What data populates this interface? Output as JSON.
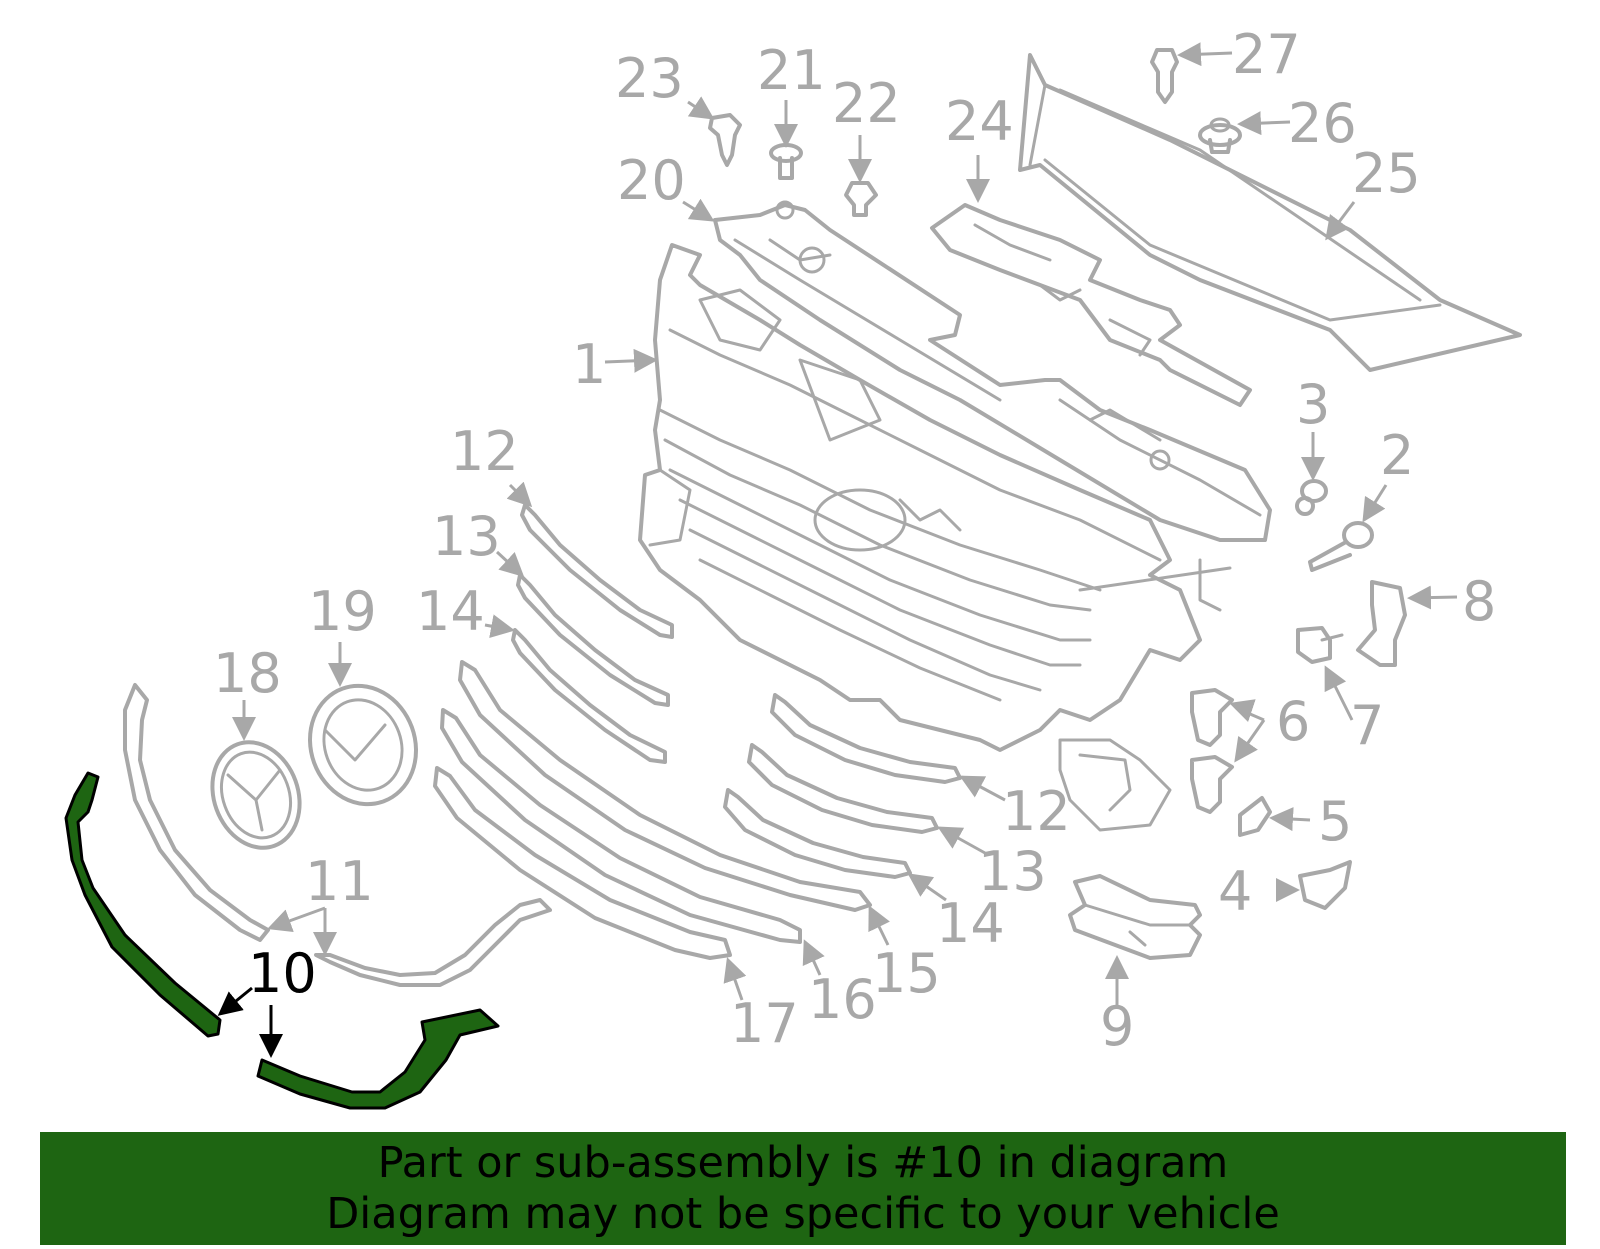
{
  "diagram": {
    "colors": {
      "line": "#a8a8a8",
      "highlight_fill": "#1e6512",
      "highlight_outline": "#000000",
      "banner_background": "#1e6512",
      "text_highlight": "#000000"
    },
    "highlighted_part": "10",
    "callouts": [
      {
        "id": "c1",
        "text": "1"
      },
      {
        "id": "c2",
        "text": "2"
      },
      {
        "id": "c3",
        "text": "3"
      },
      {
        "id": "c4",
        "text": "4"
      },
      {
        "id": "c5",
        "text": "5"
      },
      {
        "id": "c6",
        "text": "6"
      },
      {
        "id": "c7",
        "text": "7"
      },
      {
        "id": "c8",
        "text": "8"
      },
      {
        "id": "c9",
        "text": "9"
      },
      {
        "id": "c10",
        "text": "10"
      },
      {
        "id": "c11",
        "text": "11"
      },
      {
        "id": "c12a",
        "text": "12"
      },
      {
        "id": "c12b",
        "text": "12"
      },
      {
        "id": "c13a",
        "text": "13"
      },
      {
        "id": "c13b",
        "text": "13"
      },
      {
        "id": "c14a",
        "text": "14"
      },
      {
        "id": "c14b",
        "text": "14"
      },
      {
        "id": "c15",
        "text": "15"
      },
      {
        "id": "c16",
        "text": "16"
      },
      {
        "id": "c17",
        "text": "17"
      },
      {
        "id": "c18",
        "text": "18"
      },
      {
        "id": "c19",
        "text": "19"
      },
      {
        "id": "c20",
        "text": "20"
      },
      {
        "id": "c21",
        "text": "21"
      },
      {
        "id": "c22",
        "text": "22"
      },
      {
        "id": "c23",
        "text": "23"
      },
      {
        "id": "c24",
        "text": "24"
      },
      {
        "id": "c25",
        "text": "25"
      },
      {
        "id": "c26",
        "text": "26"
      },
      {
        "id": "c27",
        "text": "27"
      }
    ]
  },
  "banner": {
    "line1": "Part or sub-assembly is #10 in diagram",
    "line2": "Diagram may not be specific to your vehicle"
  }
}
